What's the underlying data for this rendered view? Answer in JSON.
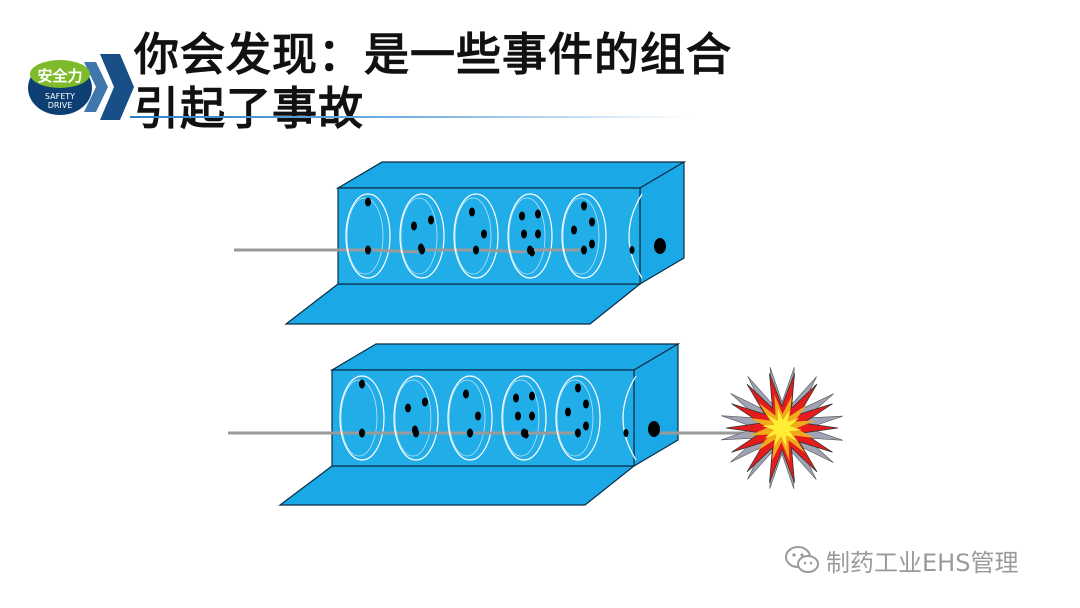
{
  "logo": {
    "cn_text": "安全力",
    "en_line1": "SAFETY",
    "en_line2": "DRIVE",
    "colors": {
      "green": "#7dbb2a",
      "navy": "#0d3f73",
      "chevron": "#174f86"
    }
  },
  "title": "你会发现：是一些事件的组合引起了事故",
  "diagram": {
    "colors": {
      "box_fill": "#1aa8e6",
      "box_front": "#21ade8",
      "box_stroke": "#0a2c45",
      "wire": "#9a9a9a",
      "hole": "#000000",
      "burst_outer": "#e61c1c",
      "burst_mid": "#f0aa1c",
      "burst_inner": "#ffee33",
      "burst_back": "#9fa3b5"
    },
    "rows": [
      {
        "name": "upper",
        "disk_holes": [
          1,
          3,
          2,
          4,
          4
        ],
        "aligned": false,
        "burst": false
      },
      {
        "name": "lower",
        "disk_holes": [
          1,
          3,
          2,
          4,
          4
        ],
        "aligned": true,
        "burst": true
      }
    ]
  },
  "watermark": {
    "icon": "wechat-icon",
    "text": "制药工业EHS管理"
  }
}
